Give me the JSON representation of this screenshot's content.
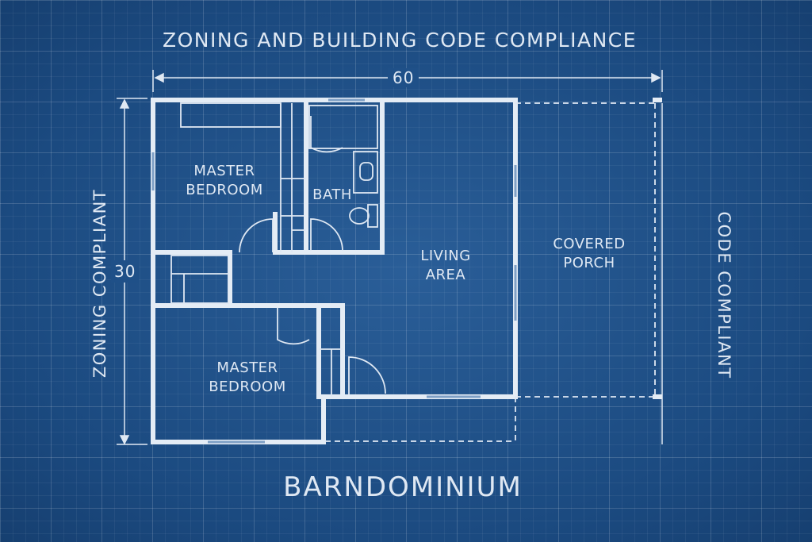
{
  "header": {
    "title": "ZONING AND BUILDING CODE COMPLIANCE"
  },
  "footer": {
    "title": "BARNDOMINIUM"
  },
  "dimensions": {
    "width": "60",
    "depth": "30"
  },
  "side_labels": {
    "left": "ZONING COMPLIANT",
    "right": "CODE COMPLIANT"
  },
  "rooms": {
    "master_bedroom_top": {
      "line1": "MASTER",
      "line2": "BEDROOM"
    },
    "bath": {
      "label": "BATH"
    },
    "living_area": {
      "line1": "LIVING",
      "line2": "AREA"
    },
    "covered_porch": {
      "line1": "COVERED",
      "line2": "PORCH"
    },
    "master_bedroom_bottom": {
      "line1": "MASTER",
      "line2": "BEDROOM"
    }
  },
  "colors": {
    "background": "#1e4f86",
    "line": "#dfe8f3"
  }
}
